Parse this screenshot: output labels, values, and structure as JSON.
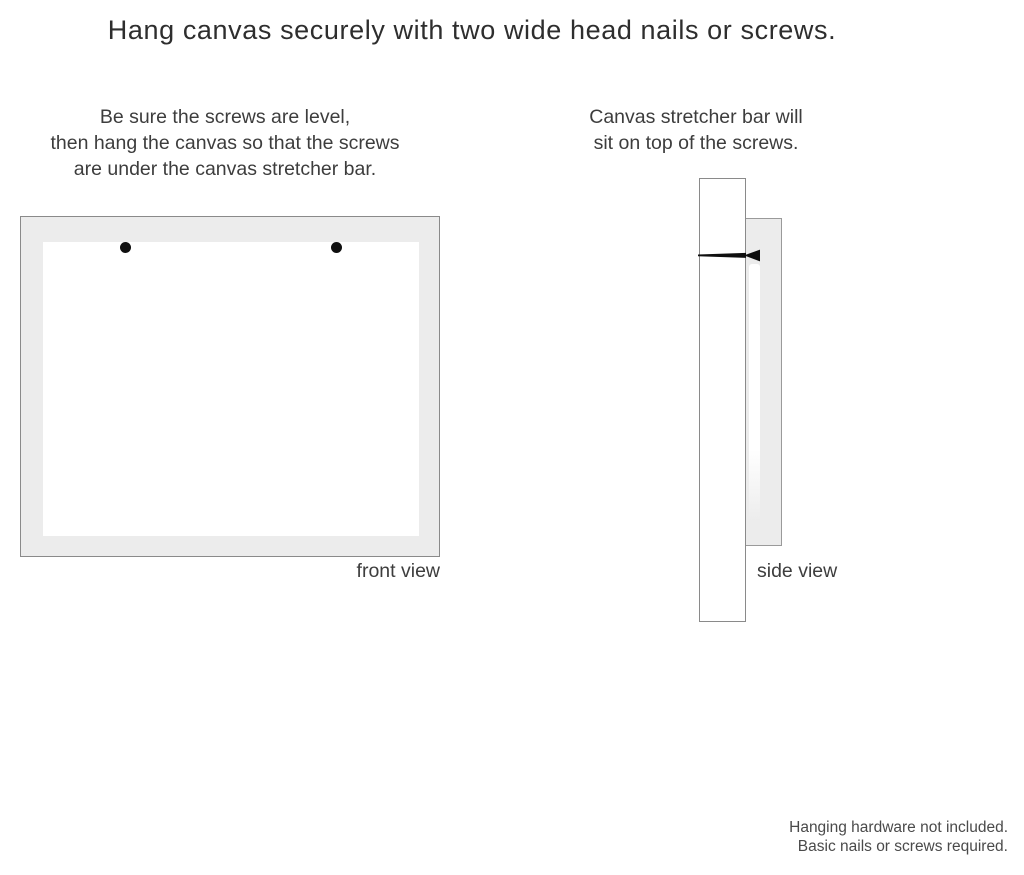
{
  "title": "Hang canvas securely with two wide head nails or screws.",
  "front_view": {
    "instruction_lines": [
      "Be sure the screws are level,",
      "then hang the canvas so that the screws",
      "are under the canvas stretcher bar."
    ],
    "caption": "front view",
    "nail_count": 2
  },
  "side_view": {
    "instruction_lines": [
      "Canvas stretcher bar will",
      "sit on top of the screws."
    ],
    "caption": "side view"
  },
  "footer_note": {
    "lines": [
      "Hanging hardware not included.",
      "Basic nails or screws required."
    ]
  },
  "colors": {
    "background": "#ffffff",
    "text": "#3d3d3d",
    "canvas_fill": "#ececec",
    "outline": "#8a8a8a",
    "nail": "#0f0f0f"
  }
}
